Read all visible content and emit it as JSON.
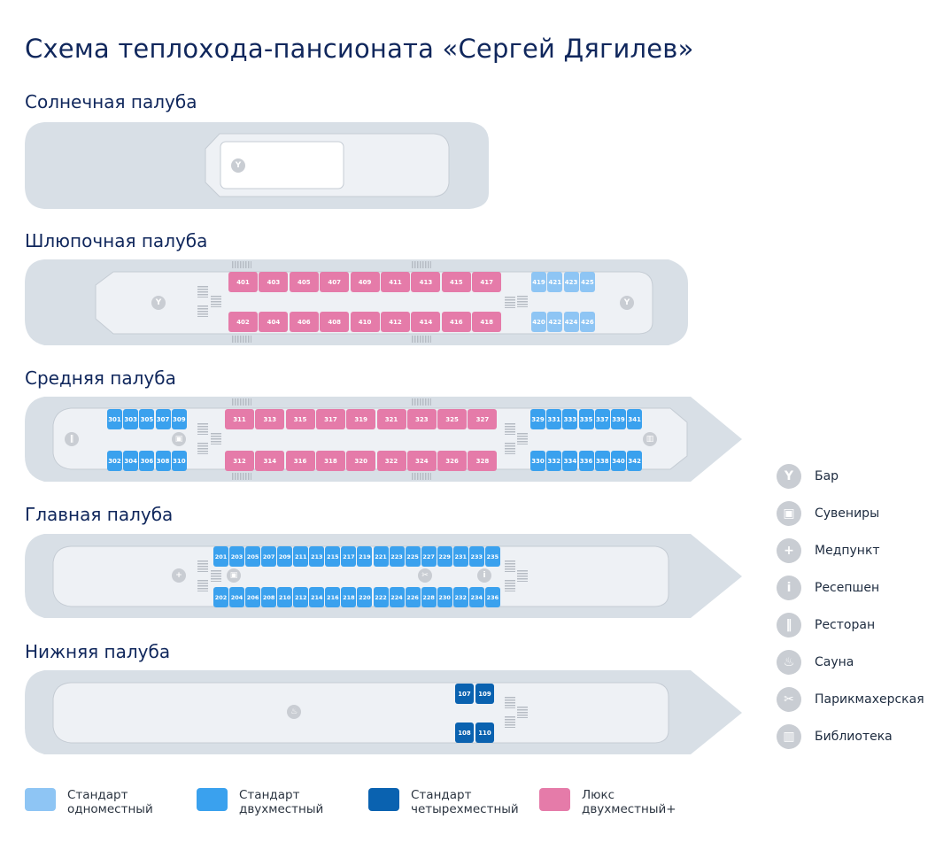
{
  "title": "Схема теплохода-пансионата «Сергей Дягилев»",
  "decks": {
    "sun": {
      "name": "Солнечная палуба"
    },
    "boat": {
      "name": "Шлюпочная палуба",
      "top_lux": [
        "401",
        "403",
        "405",
        "407",
        "409",
        "411",
        "413",
        "415",
        "417"
      ],
      "bottom_lux": [
        "402",
        "404",
        "406",
        "408",
        "410",
        "412",
        "414",
        "416",
        "418"
      ],
      "top_single": [
        "419",
        "421",
        "423",
        "425"
      ],
      "bottom_single": [
        "420",
        "422",
        "424",
        "426"
      ]
    },
    "middle": {
      "name": "Средняя палуба",
      "top_left": [
        "301",
        "303",
        "305",
        "307",
        "309"
      ],
      "bottom_left": [
        "302",
        "304",
        "306",
        "308",
        "310"
      ],
      "top_lux": [
        "311",
        "313",
        "315",
        "317",
        "319",
        "321",
        "323",
        "325",
        "327"
      ],
      "bottom_lux": [
        "312",
        "314",
        "316",
        "318",
        "320",
        "322",
        "324",
        "326",
        "328"
      ],
      "top_right": [
        "329",
        "331",
        "333",
        "335",
        "337",
        "339",
        "341"
      ],
      "bottom_right": [
        "330",
        "332",
        "334",
        "336",
        "338",
        "340",
        "342"
      ]
    },
    "main": {
      "name": "Главная палуба",
      "top": [
        "201",
        "203",
        "205",
        "207",
        "209",
        "211",
        "213",
        "215",
        "217",
        "219",
        "221",
        "223",
        "225",
        "227",
        "229",
        "231",
        "233",
        "235"
      ],
      "bottom": [
        "202",
        "204",
        "206",
        "208",
        "210",
        "212",
        "214",
        "216",
        "218",
        "220",
        "222",
        "224",
        "226",
        "228",
        "230",
        "232",
        "234",
        "236"
      ]
    },
    "lower": {
      "name": "Нижняя палуба",
      "top": [
        "107",
        "109"
      ],
      "bottom": [
        "108",
        "110"
      ]
    }
  },
  "legend_icons": [
    {
      "label": "Бар",
      "icon": "cocktail-icon"
    },
    {
      "label": "Сувениры",
      "icon": "gift-icon"
    },
    {
      "label": "Медпункт",
      "icon": "medical-icon"
    },
    {
      "label": "Ресепшен",
      "icon": "info-icon"
    },
    {
      "label": "Ресторан",
      "icon": "cutlery-icon"
    },
    {
      "label": "Сауна",
      "icon": "sauna-icon"
    },
    {
      "label": "Парикмахерская",
      "icon": "scissors-icon"
    },
    {
      "label": "Библиотека",
      "icon": "book-icon"
    }
  ],
  "cabin_legend": [
    {
      "line1": "Стандарт",
      "line2": "одноместный",
      "color": "#8ec5f4"
    },
    {
      "line1": "Стандарт",
      "line2": "двухместный",
      "color": "#3aa1ee"
    },
    {
      "line1": "Стандарт",
      "line2": "четырехместный",
      "color": "#0a62b0"
    },
    {
      "line1": "Люкс",
      "line2": "двухместный+",
      "color": "#e57ba9"
    }
  ],
  "colors": {
    "hull": "#d8dfe6",
    "deck_floor": "#eef1f5",
    "outline": "#c5ccd4",
    "single": "#8ec5f4",
    "double": "#3aa1ee",
    "quad": "#0a62b0",
    "lux": "#e57ba9"
  }
}
